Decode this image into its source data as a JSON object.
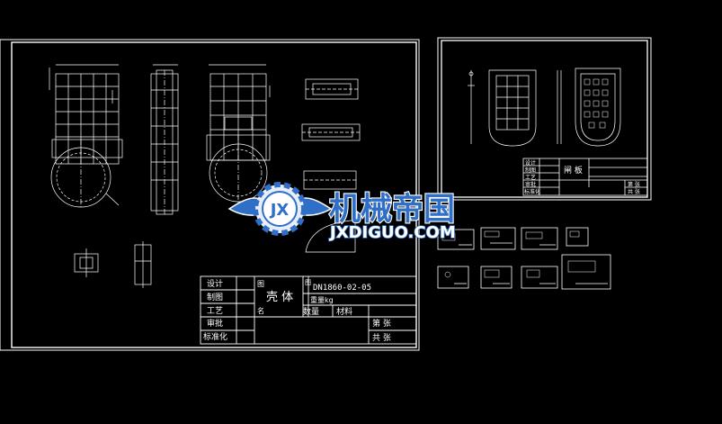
{
  "sheet1": {
    "title_block": {
      "design": "设计",
      "drafting": "制图",
      "process": "工艺",
      "review": "审批",
      "standardize": "标准化",
      "part_name": "壳  体",
      "drawing_no_label": "图号",
      "drawing_no": "DN1860-02-05",
      "weight_label": "重量kg",
      "quantity_label": "数量",
      "material_label": "材料",
      "sheet_label": "第  张",
      "total_label": "共  张",
      "name_label": "图名"
    }
  },
  "sheet2": {
    "title_block": {
      "design": "设计",
      "drafting": "制图",
      "process": "工艺",
      "review": "审批",
      "standardize": "标准化",
      "part_name": "闸  板",
      "sheet_label": "第  张",
      "total_label": "共  张"
    }
  },
  "watermark": {
    "cn_text": "机械帝国",
    "en_text": "JXDIGUO.COM",
    "badge_text": "JX"
  },
  "colors": {
    "background": "#000000",
    "lines": "#ffffff",
    "watermark_blue": "#2f6fc8"
  }
}
